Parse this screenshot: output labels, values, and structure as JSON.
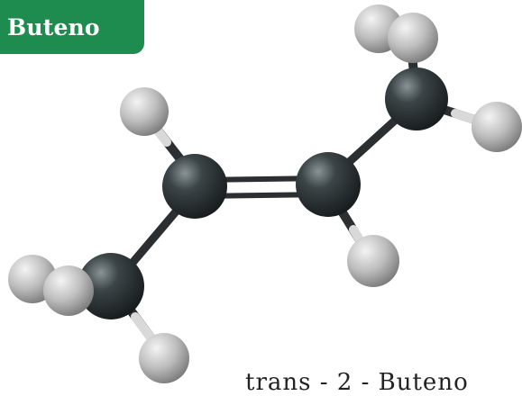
{
  "title": "Buteno",
  "caption": "trans - 2 - Buteno",
  "colors": {
    "badge": "#1e8c4e",
    "carbon": "#2b3336",
    "hydrogen": "#c9c9c9",
    "bond": "#2b2f31"
  },
  "molecule": {
    "atoms": [
      {
        "id": "C1",
        "element": "C"
      },
      {
        "id": "C2",
        "element": "C"
      },
      {
        "id": "C3",
        "element": "C"
      },
      {
        "id": "C4",
        "element": "C"
      },
      {
        "id": "H1",
        "element": "H"
      },
      {
        "id": "H2",
        "element": "H"
      },
      {
        "id": "H3",
        "element": "H"
      },
      {
        "id": "H4",
        "element": "H"
      },
      {
        "id": "H5",
        "element": "H"
      },
      {
        "id": "H6",
        "element": "H"
      },
      {
        "id": "H7",
        "element": "H"
      },
      {
        "id": "H8",
        "element": "H"
      }
    ],
    "bonds": [
      {
        "from": "C1",
        "to": "C2",
        "order": 1
      },
      {
        "from": "C2",
        "to": "C3",
        "order": 2
      },
      {
        "from": "C3",
        "to": "C4",
        "order": 1
      },
      {
        "from": "C2",
        "to": "H1",
        "order": 1
      },
      {
        "from": "C3",
        "to": "H2",
        "order": 1
      },
      {
        "from": "C4",
        "to": "H3",
        "order": 1
      },
      {
        "from": "C4",
        "to": "H4",
        "order": 1
      },
      {
        "from": "C4",
        "to": "H5",
        "order": 1
      },
      {
        "from": "C1",
        "to": "H6",
        "order": 1
      },
      {
        "from": "C1",
        "to": "H7",
        "order": 1
      },
      {
        "from": "C1",
        "to": "H8",
        "order": 1
      }
    ]
  }
}
